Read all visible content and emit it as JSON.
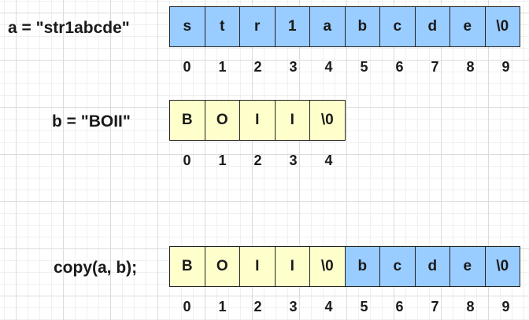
{
  "rows": [
    {
      "label": "a = \"str1abcde\"",
      "cells": [
        {
          "char": "s",
          "color": "blue"
        },
        {
          "char": "t",
          "color": "blue"
        },
        {
          "char": "r",
          "color": "blue"
        },
        {
          "char": "1",
          "color": "blue"
        },
        {
          "char": "a",
          "color": "blue"
        },
        {
          "char": "b",
          "color": "blue"
        },
        {
          "char": "c",
          "color": "blue"
        },
        {
          "char": "d",
          "color": "blue"
        },
        {
          "char": "e",
          "color": "blue"
        },
        {
          "char": "\\0",
          "color": "blue"
        }
      ],
      "indices": [
        "0",
        "1",
        "2",
        "3",
        "4",
        "5",
        "6",
        "7",
        "8",
        "9"
      ]
    },
    {
      "label": "b = \"BOII\"",
      "cells": [
        {
          "char": "B",
          "color": "yellow"
        },
        {
          "char": "O",
          "color": "yellow"
        },
        {
          "char": "I",
          "color": "yellow"
        },
        {
          "char": "I",
          "color": "yellow"
        },
        {
          "char": "\\0",
          "color": "yellow"
        }
      ],
      "indices": [
        "0",
        "1",
        "2",
        "3",
        "4"
      ]
    },
    {
      "label": "copy(a, b);",
      "cells": [
        {
          "char": "B",
          "color": "yellow"
        },
        {
          "char": "O",
          "color": "yellow"
        },
        {
          "char": "I",
          "color": "yellow"
        },
        {
          "char": "I",
          "color": "yellow"
        },
        {
          "char": "\\0",
          "color": "yellow"
        },
        {
          "char": "b",
          "color": "blue"
        },
        {
          "char": "c",
          "color": "blue"
        },
        {
          "char": "d",
          "color": "blue"
        },
        {
          "char": "e",
          "color": "blue"
        },
        {
          "char": "\\0",
          "color": "blue"
        }
      ],
      "indices": [
        "0",
        "1",
        "2",
        "3",
        "4",
        "5",
        "6",
        "7",
        "8",
        "9"
      ]
    }
  ],
  "colors": {
    "blue": "#99ccff",
    "yellow": "#ffffcc",
    "border": "#222222"
  }
}
